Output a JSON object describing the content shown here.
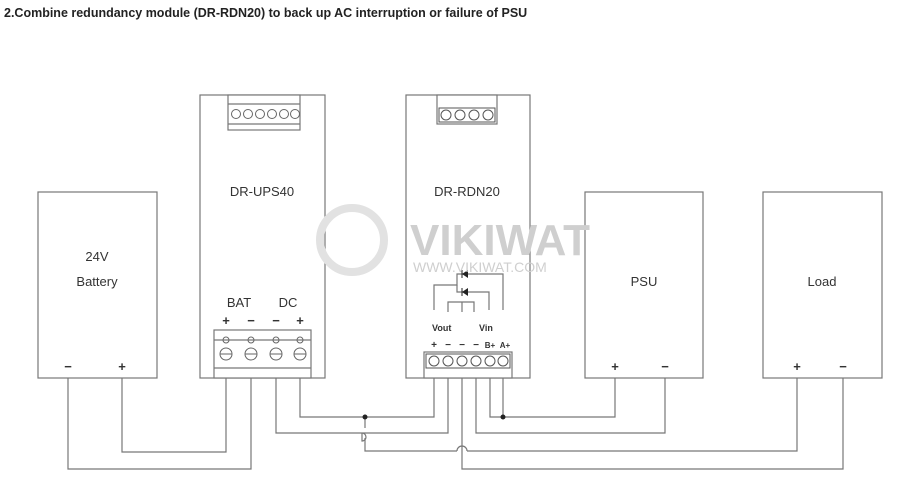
{
  "title": "2.Combine redundancy module (DR-RDN20) to back up AC interruption or failure of PSU",
  "watermark": {
    "brand": "VIKIWAT",
    "url": "WWW.VIKIWAT.COM"
  },
  "battery": {
    "voltage": "24V",
    "label": "Battery",
    "minus": "−",
    "plus": "+"
  },
  "ups": {
    "label": "DR-UPS40",
    "bat": "BAT",
    "dc": "DC",
    "pins": [
      "+",
      "−",
      "−",
      "+"
    ]
  },
  "rdn": {
    "label": "DR-RDN20",
    "vout": "Vout",
    "vin": "Vin",
    "pins": [
      "+",
      "−",
      "−",
      "−",
      "B+",
      "A+"
    ]
  },
  "psu": {
    "label": "PSU",
    "plus": "+",
    "minus": "−"
  },
  "load": {
    "label": "Load",
    "plus": "+",
    "minus": "−"
  }
}
